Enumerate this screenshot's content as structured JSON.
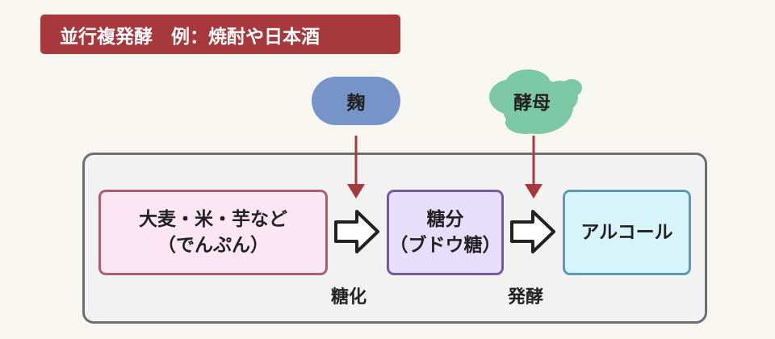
{
  "title": "並行複発酵　例：焼酎や日本酒",
  "inputs": {
    "koji": "麹",
    "yeast": "酵母"
  },
  "stages": [
    {
      "line1": "大麦・米・芋など",
      "line2": "（でんぷん）"
    },
    {
      "line1": "糖分",
      "line2": "（ブドウ糖）"
    },
    {
      "line1": "アルコール"
    }
  ],
  "steps": {
    "saccharification": "糖化",
    "fermentation": "発酵"
  },
  "colors": {
    "banner": "#a7383c",
    "koji": "#7694c8",
    "yeast": "#7dc8a4",
    "arrow": "#a7383c",
    "starch_fill": "#fde6f3",
    "sugar_fill": "#e6defa",
    "alcohol_fill": "#d8f4fb"
  }
}
